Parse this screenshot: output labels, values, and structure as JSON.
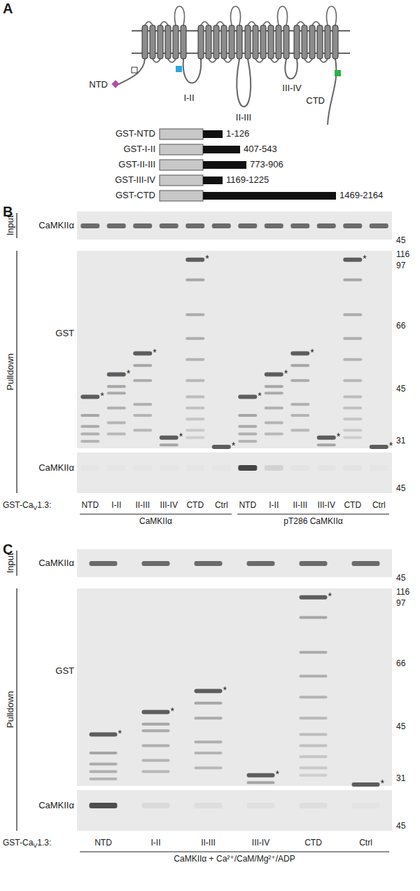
{
  "diagram": {
    "labels": [
      "A",
      "NTD",
      "I-II",
      "II-III",
      "III-IV",
      "CTD",
      "GST-NTD",
      "1-126",
      "GST-I-II",
      "407-543",
      "GST-II-III",
      "773-906",
      "GST-III-IV",
      "1169-1225",
      "GST-CTD",
      "1469-2164",
      "B",
      "Input",
      "CaMKIIα",
      "45",
      "GST",
      "116",
      "97",
      "66",
      "45",
      "31",
      "Pulldown",
      "CaMKIIα",
      "45",
      "GST-Ca",
      "V",
      "1.3:",
      "NTD",
      "I-II",
      "II-III",
      "III-IV",
      "CTD",
      "Ctrl",
      "NTD",
      "I-II",
      "II-III",
      "III-IV",
      "CTD",
      "Ctrl",
      "CaMKIIα",
      "pT286 CaMKIIα",
      "*",
      "*",
      "*",
      "*",
      "*",
      "*",
      "*",
      "*",
      "*",
      "*",
      "*",
      "*",
      "C",
      "Input",
      "CaMKIIα",
      "45",
      "GST",
      "116",
      "97",
      "66",
      "45",
      "31",
      "Pulldown",
      "CaMKIIα",
      "45",
      "GST-Ca",
      "V",
      "1.3:",
      "NTD",
      "I-II",
      "II-III",
      "III-IV",
      "CTD",
      "Ctrl",
      "CaMKIIα + Ca²⁺/CaM/Mg²⁺/ADP",
      "*",
      "*",
      "*",
      "*",
      "*",
      "*"
    ]
  }
}
